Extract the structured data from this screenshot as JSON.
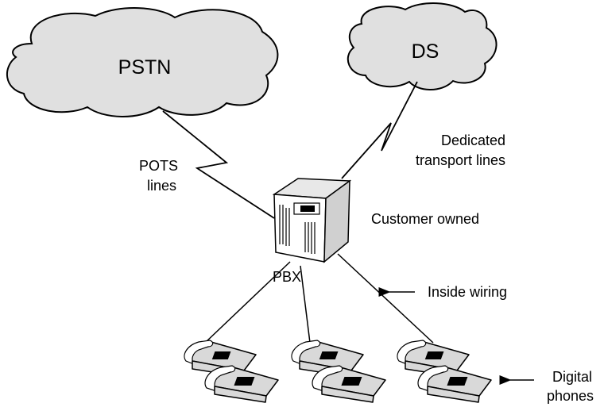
{
  "clouds": {
    "pstn": "PSTN",
    "ds": "DS"
  },
  "labels": {
    "pots_line1": "POTS",
    "pots_line2": "lines",
    "dedicated_line1": "Dedicated",
    "dedicated_line2": "transport lines",
    "customer_owned": "Customer owned",
    "pbx": "PBX",
    "inside_wiring": "Inside wiring",
    "digital_line1": "Digital",
    "digital_line2": "phones"
  },
  "colors": {
    "cloud_fill": "#e0e0e0",
    "pbx_front": "#ffffff",
    "pbx_side": "#d0d0d0",
    "phone_fill": "#d9d9d9"
  }
}
